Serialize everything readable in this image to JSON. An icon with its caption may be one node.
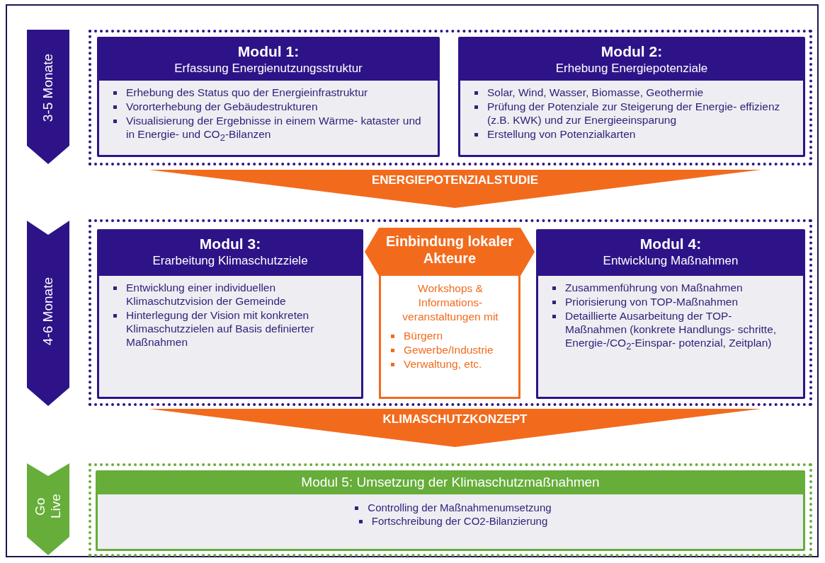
{
  "diagram": {
    "nodes": [
      {
        "text": [
          "3-5 Monate"
        ]
      },
      {
        "text": [],
        "shape": "box"
      },
      {
        "text": [
          "Modul 1:",
          "Erfassung Energienutzungsstruktur",
          "Erhebung des Status quo der Energieinfrastruktur",
          "Vororterhebung der Gebäudestrukturen",
          "Visualisierung der Ergebnisse in einem Wärme- kataster und in Energie- und CO$_{2}$-Bilanzen"
        ],
        "in": 1
      },
      {
        "text": [
          "Modul 2:",
          "Erhebung Energiepotenziale",
          "Solar, Wind, Wasser, Biomasse, Geothermie",
          "Prüfung der Potenziale zur Steigerung der Energie- effizienz (z.B. KWK) und zur Energieeinsparung",
          "Erstellung von Potenzialkarten"
        ],
        "in": 1
      },
      {
        "text": [
          "ENERGIEPOTENZIALSTUDIE"
        ]
      },
      {
        "text": [
          "4-6 Monate"
        ]
      },
      {
        "text": [],
        "shape": "box"
      },
      {
        "text": [
          "Modul 3:",
          "Erarbeitung Klimaschutzziele",
          "Entwicklung einer individuellen Klimaschutzvision der Gemeinde",
          "Hinterlegung der Vision mit konkreten Klimaschutzzielen auf Basis definierter Maßnahmen"
        ],
        "in": 6
      },
      {
        "text": [
          "Einbindung lokaler Akteure",
          "Workshops & Informations- veranstaltungen mit",
          "Bürgern",
          "Gewerbe/Industrie",
          "Verwaltung, etc."
        ],
        "in": 6
      },
      {
        "text": [
          "Modul 4:",
          "Entwicklung Maßnahmen",
          "Zusammenführung von Maßnahmen",
          "Priorisierung von TOP-Maßnahmen",
          "Detaillierte Ausarbeitung der TOP- Maßnahmen (konkrete Handlungs- schritte, Energie-/CO$_{2}$-Einspar- potenzial, Zeitplan)"
        ],
        "in": 6
      },
      {
        "text": [
          "KLIMASCHUTZKONZEPT"
        ]
      },
      {
        "text": [
          "Go Live"
        ]
      },
      {
        "text": [],
        "shape": "box"
      },
      {
        "text": [
          "Modul 5: Umsetzung der Klimaschutzmaßnahmen",
          "Controlling der Maßnahmenumsetzung",
          "Fortschreibung der CO2-Bilanzierung"
        ],
        "in": 12
      }
    ]
  }
}
